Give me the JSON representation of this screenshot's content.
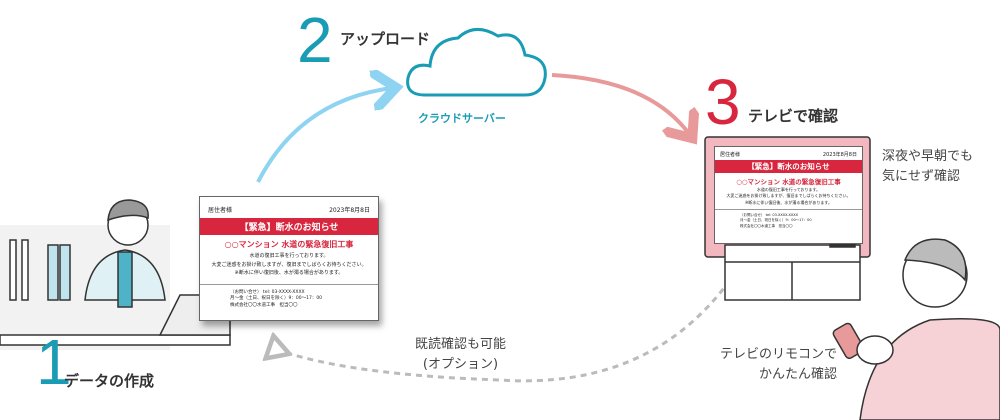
{
  "steps": [
    {
      "number": "1",
      "label": "データの作成"
    },
    {
      "number": "2",
      "label": "アップロード"
    },
    {
      "number": "3",
      "label": "テレビで確認"
    }
  ],
  "cloud": {
    "label": "クラウドサーバー"
  },
  "notes": {
    "tv_any_time": [
      "深夜や早朝でも",
      "気にせず確認"
    ],
    "remote": [
      "テレビのリモコンで",
      "かんたん確認"
    ],
    "read_check": [
      "既読確認も可能",
      "(オプション)"
    ]
  },
  "notice": {
    "recipient": "居住者様",
    "date": "2023年8月8日",
    "title": "【緊急】断水のお知らせ",
    "subtitle": "○○マンション 水道の緊急復旧工事",
    "body": [
      "水道の復旧工事を行っております。",
      "大変ご迷惑をお掛け致しますが、復旧までしばらくお待ちください。",
      "※断水に伴い復旧後、水が濁る場合があります。"
    ],
    "footer": [
      "（お問い合せ） tel: 03-XXXX-XXXX",
      "月～金（土日、祝日を除く）9：00～17：00",
      "株式会社〇〇水道工事　担当〇〇"
    ]
  },
  "colors": {
    "teal": "#1a9cb5",
    "red": "#d7263d",
    "blue_arrow": "#8fd3f2",
    "pink_arrow": "#e89a9a"
  }
}
